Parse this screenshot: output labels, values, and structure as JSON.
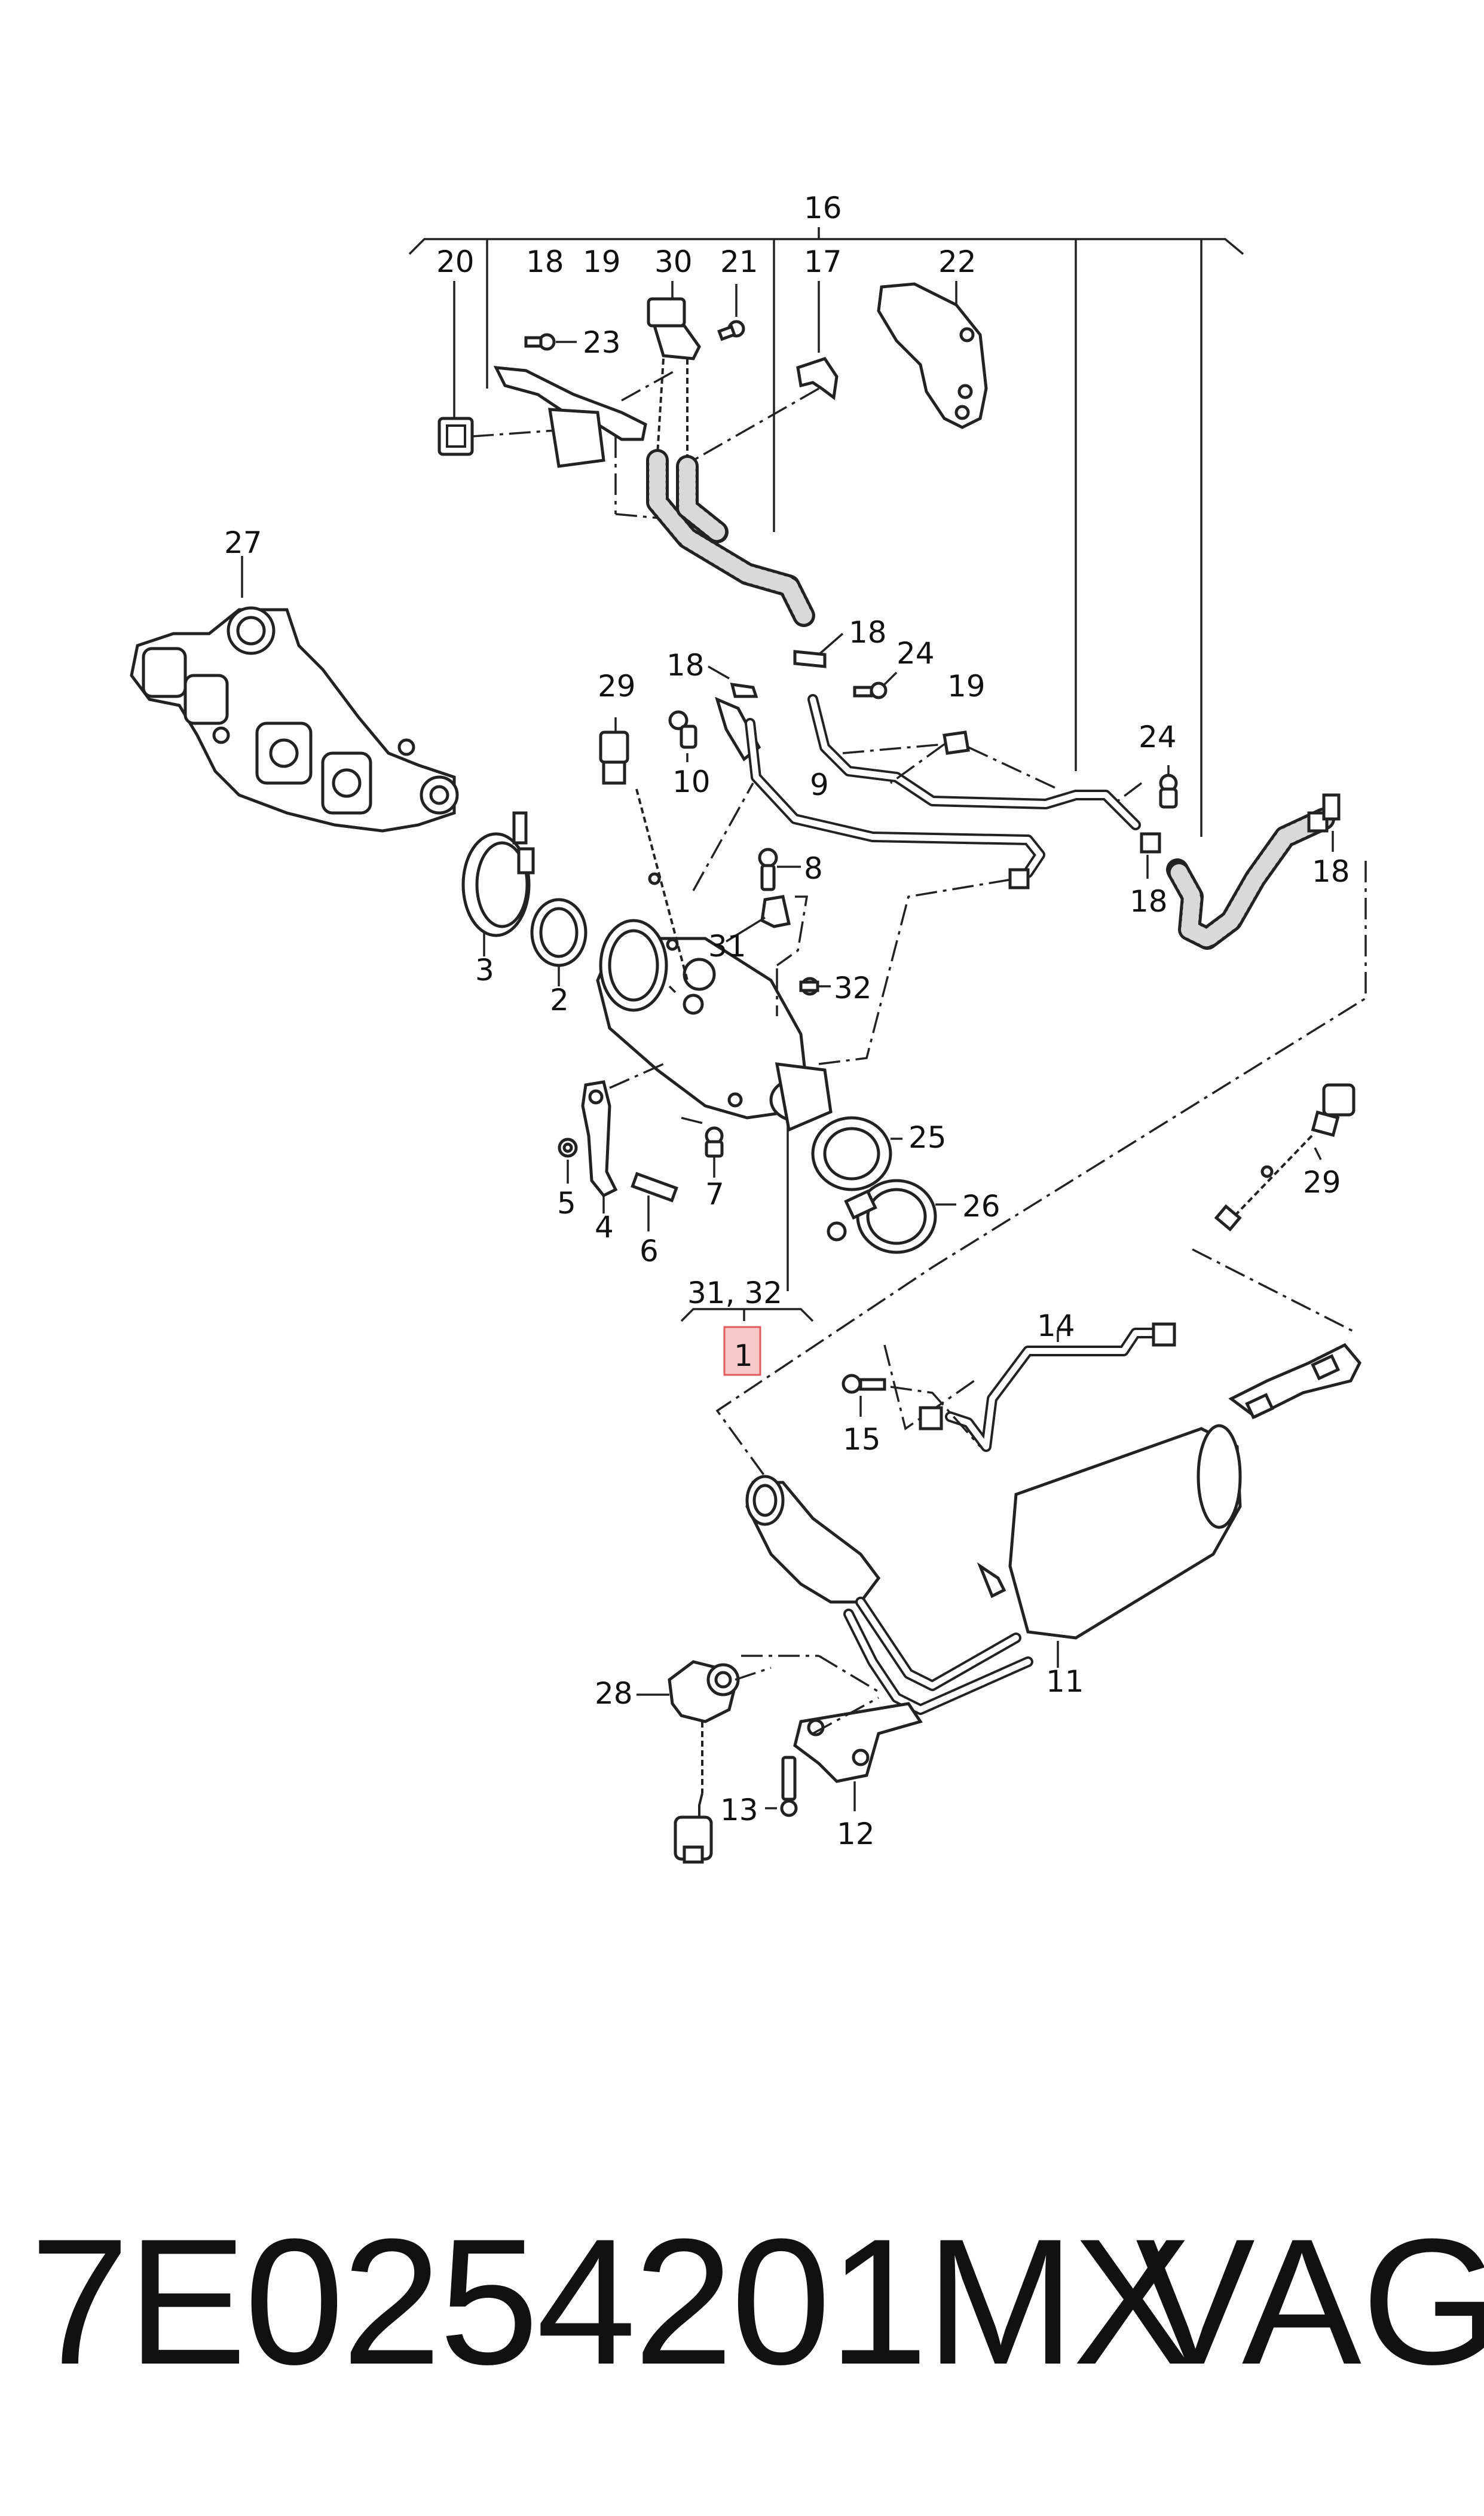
{
  "callouts": {
    "c1": "1",
    "c2": "2",
    "c3": "3",
    "c4": "4",
    "c5": "5",
    "c6": "6",
    "c7": "7",
    "c8": "8",
    "c9": "9",
    "c10": "10",
    "c11": "11",
    "c12": "12",
    "c13": "13",
    "c14": "14",
    "c15": "15",
    "c16": "16",
    "c17": "17",
    "c18": "18",
    "c19": "19",
    "c20": "20",
    "c21": "21",
    "c22": "22",
    "c23": "23",
    "c24": "24",
    "c25": "25",
    "c26": "26",
    "c27": "27",
    "c28": "28",
    "c29": "29",
    "c30": "30",
    "c31": "31",
    "c32": "32",
    "c31_32": "31, 32"
  },
  "highlight": {
    "color": "#f7c9c9",
    "border": "#e05a5a",
    "label": "1"
  },
  "footer": {
    "part_number": "7E0254201MX",
    "brand": "VAG"
  }
}
